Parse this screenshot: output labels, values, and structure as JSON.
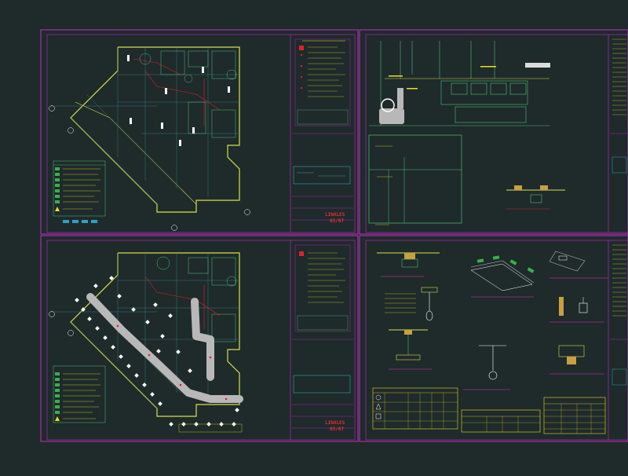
{
  "colors": {
    "background": "#1f2a2b",
    "sheet_border": "#c02ec4",
    "wall": "#d8e04a",
    "detail_line": "#4fc07a",
    "grid_line": "#3a8a8a",
    "device_red": "#e0202a",
    "device_white": "#ffffff",
    "highlight_gray": "#b8b8b8",
    "text_yellow": "#e8e020",
    "text_red": "#e03030",
    "text_cyan": "#30c0c0"
  },
  "sheets": [
    {
      "id": "sheet-top-left",
      "stamp_line1": "LINALES",
      "stamp_line2": "05/07"
    },
    {
      "id": "sheet-top-right"
    },
    {
      "id": "sheet-bottom-left",
      "stamp_line1": "LINALES",
      "stamp_line2": "05/07"
    },
    {
      "id": "sheet-bottom-right"
    }
  ],
  "icons": [
    "grid-bubble-icon",
    "legend-symbol-icon",
    "warning-triangle-icon",
    "extinguisher-icon",
    "exit-sign-icon"
  ]
}
